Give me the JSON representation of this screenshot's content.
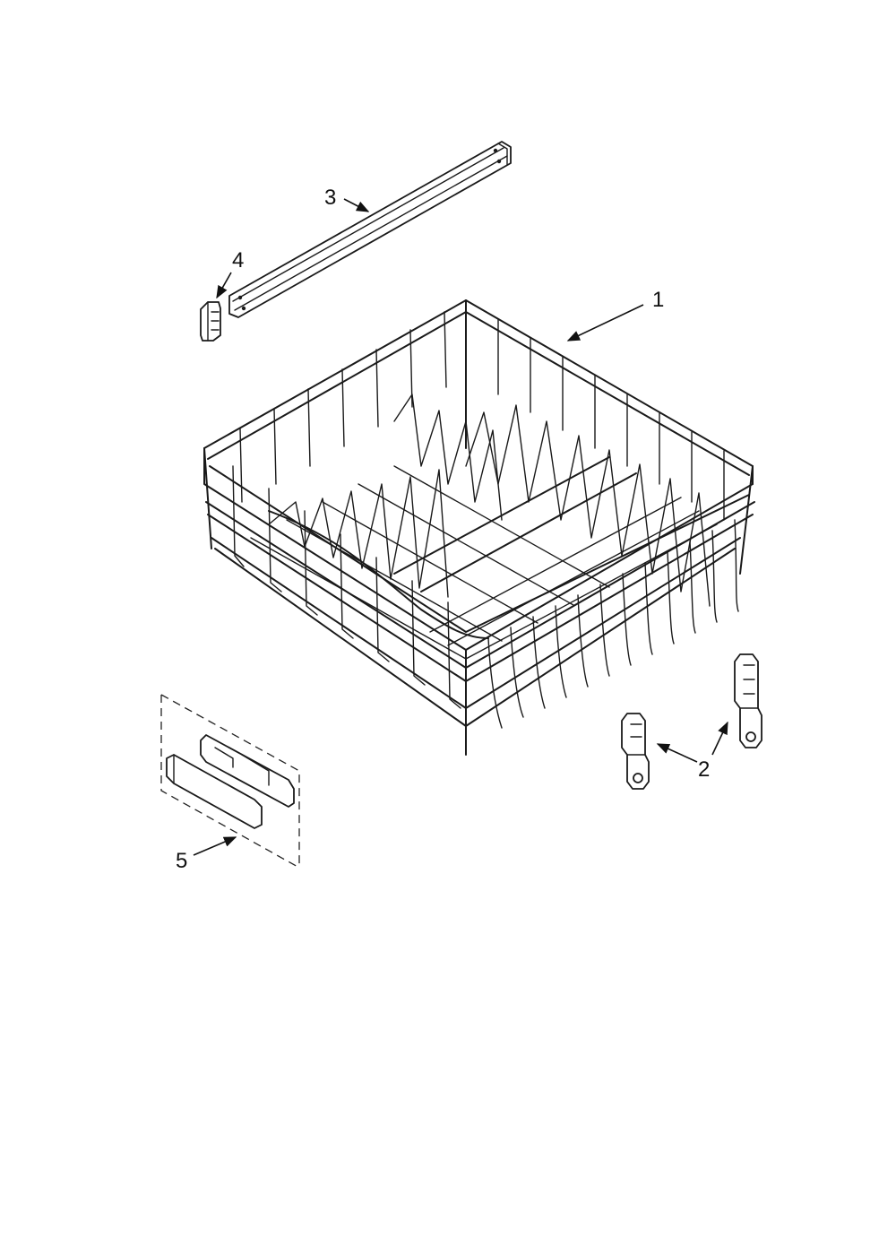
{
  "callouts": {
    "rack": "1",
    "adjuster": "2",
    "track": "3",
    "end_cap": "4",
    "handle": "5"
  },
  "icons": {
    "rack": "dish-rack-icon",
    "adjuster": "rack-adjuster-icon",
    "track": "rack-track-icon",
    "end_cap": "track-end-cap-icon",
    "handle": "rack-handle-icon"
  }
}
